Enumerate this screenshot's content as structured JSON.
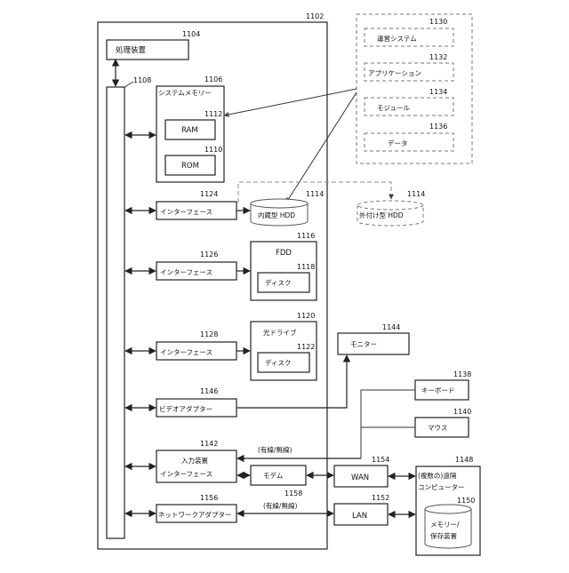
{
  "refs": {
    "computer": "1102",
    "processor": "1104",
    "system_memory": "1106",
    "bus": "1108",
    "rom": "1110",
    "ram": "1112",
    "hdd_internal": "1114",
    "hdd_external": "1114",
    "fdd": "1116",
    "disk_fdd": "1118",
    "optical_drive": "1120",
    "disk_optical": "1122",
    "if_hdd": "1124",
    "if_fdd": "1126",
    "if_optical": "1128",
    "os": "1130",
    "apps": "1132",
    "modules": "1134",
    "data": "1136",
    "keyboard": "1138",
    "mouse": "1140",
    "input_device_if": "1142",
    "monitor": "1144",
    "video_adapter": "1146",
    "remote_computers": "1148",
    "memory_storage": "1150",
    "lan": "1152",
    "wan": "1154",
    "network_adapter": "1156",
    "modem": "1158"
  },
  "labels": {
    "processor": "処理装置",
    "system_memory": "システムメモリー",
    "ram": "RAM",
    "rom": "ROM",
    "interface": "インターフェース",
    "hdd_internal": "内蔵型 HDD",
    "hdd_external": "外付け型 HDD",
    "fdd": "FDD",
    "disk": "ディスク",
    "optical_drive": "光ドライブ",
    "os": "運営システム",
    "apps": "アプリケーション",
    "modules": "モジュール",
    "data": "データ",
    "monitor": "モニター",
    "video_adapter": "ビデオアダプター",
    "keyboard": "キーボード",
    "mouse": "マウス",
    "input_device_line1": "入力装置",
    "input_device_line2": "インターフェース",
    "wired_wireless": "(有線/無線)",
    "modem": "モデム",
    "wan": "WAN",
    "lan": "LAN",
    "remote_line1": "(複数の)遠隔",
    "remote_line2": "コンピューター",
    "network_adapter": "ネットワークアダプター",
    "memory_line1": "メモリー/",
    "memory_line2": "保存装置"
  }
}
